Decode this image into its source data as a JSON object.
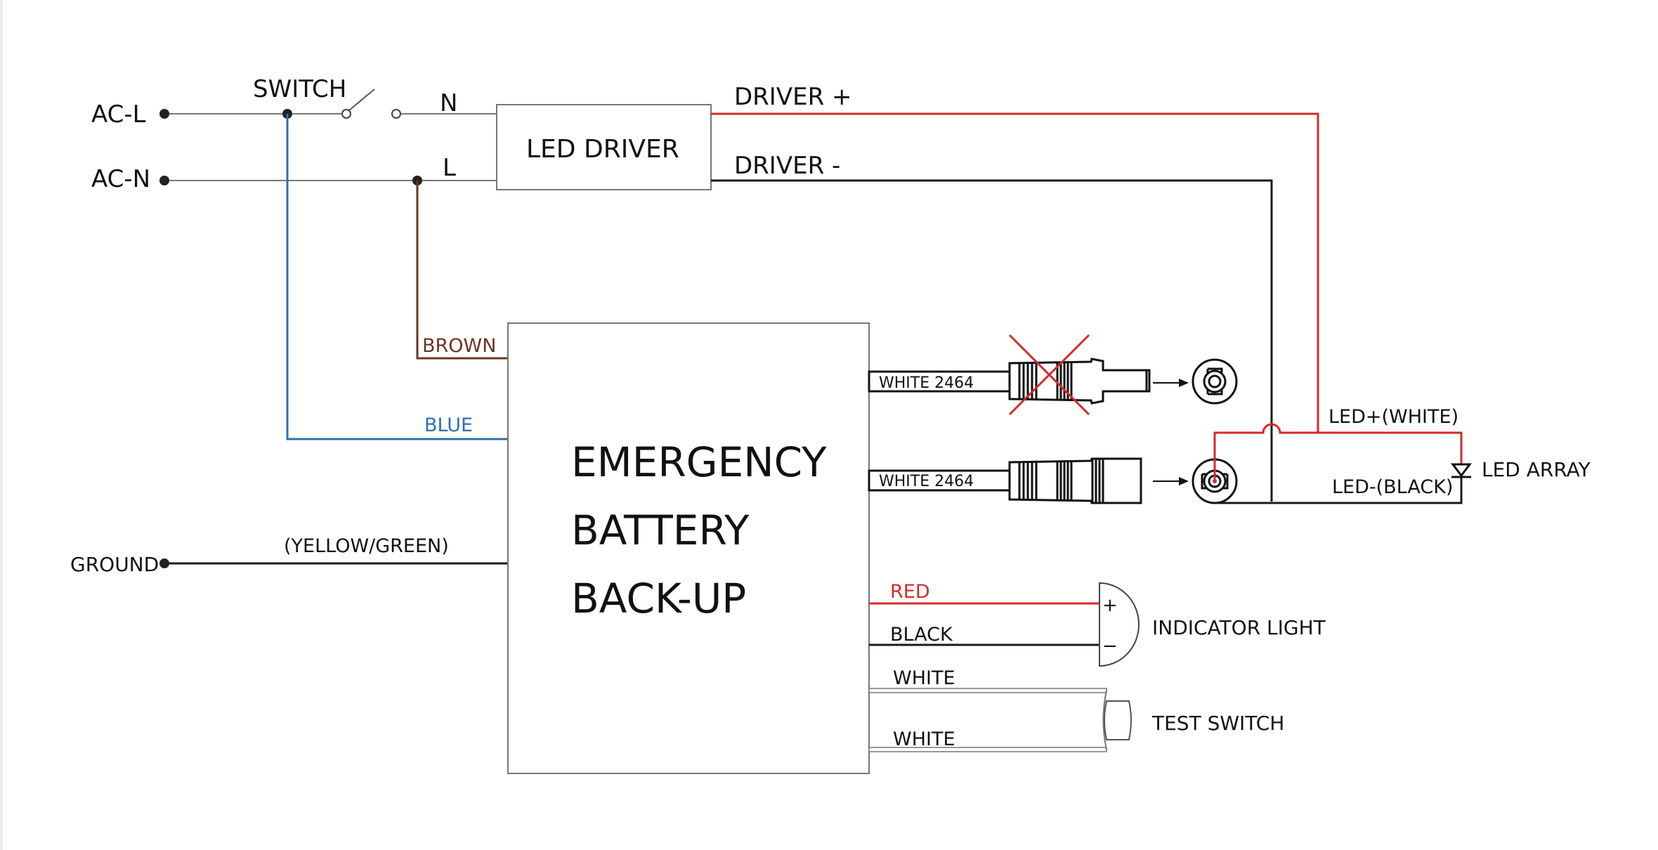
{
  "title": "Emergency Battery Back-Up Wiring Diagram",
  "colors": {
    "red": "#d42a2a",
    "black": "#1a1a1a",
    "blue": "#2e6fb0",
    "brown": "#6b3520",
    "gray": "#777777"
  },
  "labels": {
    "ac_l": "AC-L",
    "ac_n": "AC-N",
    "switch": "SWITCH",
    "n": "N",
    "l": "L",
    "led_driver": "LED DRIVER",
    "driver_plus": "DRIVER +",
    "driver_minus": "DRIVER -",
    "brown": "BROWN",
    "blue": "BLUE",
    "ground": "GROUND",
    "yellow_green": "(YELLOW/GREEN)",
    "battery_line1": "EMERGENCY",
    "battery_line2": "BATTERY",
    "battery_line3": "BACK-UP",
    "cable1": "WHITE 2464",
    "cable2": "WHITE 2464",
    "led_plus": "LED+(WHITE)",
    "led_minus": "LED-(BLACK)",
    "led_array": "LED ARRAY",
    "red": "RED",
    "black": "BLACK",
    "plus": "+",
    "minus": "−",
    "indicator_light": "INDICATOR LIGHT",
    "white1": "WHITE",
    "white2": "WHITE",
    "test_switch": "TEST SWITCH"
  }
}
